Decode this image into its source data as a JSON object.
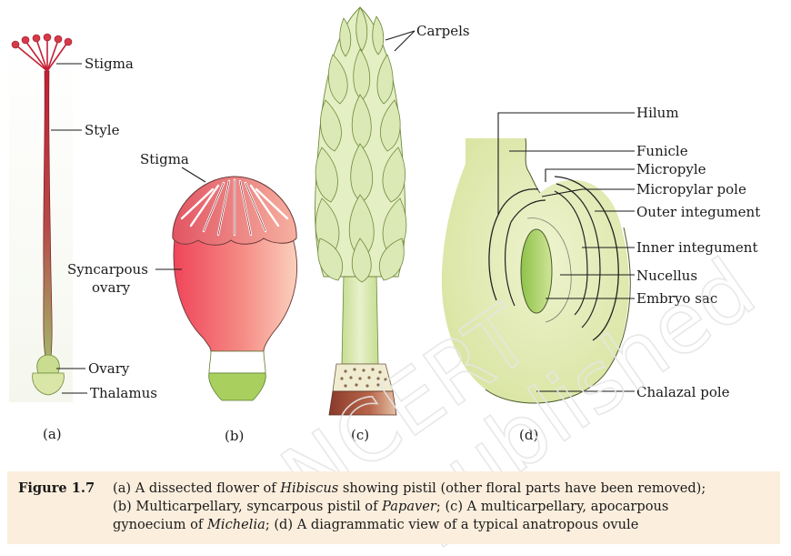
{
  "labels": {
    "a_stigma": "Stigma",
    "a_style": "Style",
    "a_ovary": "Ovary",
    "a_thalamus": "Thalamus",
    "b_stigma": "Stigma",
    "b_syncarpous": "Syncarpous",
    "b_ovary": "ovary",
    "c_carpels": "Carpels",
    "d_hilum": "Hilum",
    "d_funicle": "Funicle",
    "d_micropyle": "Micropyle",
    "d_micropylar_pole": "Micropylar pole",
    "d_outer_integument": "Outer integument",
    "d_inner_integument": "Inner integument",
    "d_nucellus": "Nucellus",
    "d_embryo_sac": "Embryo sac",
    "d_chalazal_pole": "Chalazal pole"
  },
  "sub_labels": {
    "a": "(a)",
    "b": "(b)",
    "c": "(c)",
    "d": "(d)"
  },
  "watermark": {
    "line1": "NCERT",
    "line2": "published"
  },
  "caption": {
    "label": "Figure 1.7",
    "l1a": "(a) A dissected flower of ",
    "l1b": "Hibiscus",
    "l1c": " showing pistil (other floral parts have been removed);",
    "l2a": "(b) Multicarpellary, syncarpous pistil of ",
    "l2b": "Papaver",
    "l2c": "; (c) A multicarpellary, apocarpous",
    "l3a": "gynoecium of ",
    "l3b": "Michelia",
    "l3c": "; (d) A diagrammatic view of a typical anatropous ovule"
  },
  "colors": {
    "caption_bg": "#fbeedd",
    "stigma_red": "#d8394a",
    "style_red": "#c41f35",
    "ovary_green": "#c9dc8f",
    "poppy_pink": "#f06a78",
    "carpel_green": "#dbe9b6",
    "ovule_green": "#dde9a8",
    "embryo_green": "#a6cf5a",
    "thalamus_brown": "#a04a34"
  }
}
